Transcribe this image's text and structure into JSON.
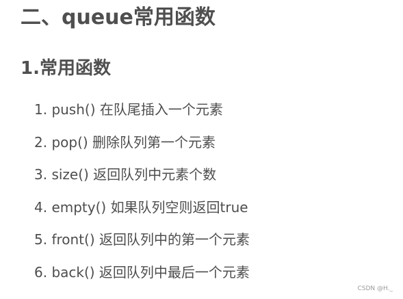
{
  "document": {
    "heading": "二、queue常用函数",
    "subheading": "1.常用函数",
    "items": [
      "1. push() 在队尾插入一个元素",
      "2. pop() 删除队列第一个元素",
      "3. size() 返回队列中元素个数",
      "4. empty() 如果队列空则返回true",
      "5. front() 返回队列中的第一个元素",
      "6. back() 返回队列中最后一个元素"
    ]
  },
  "watermark": "CSDN @H._"
}
